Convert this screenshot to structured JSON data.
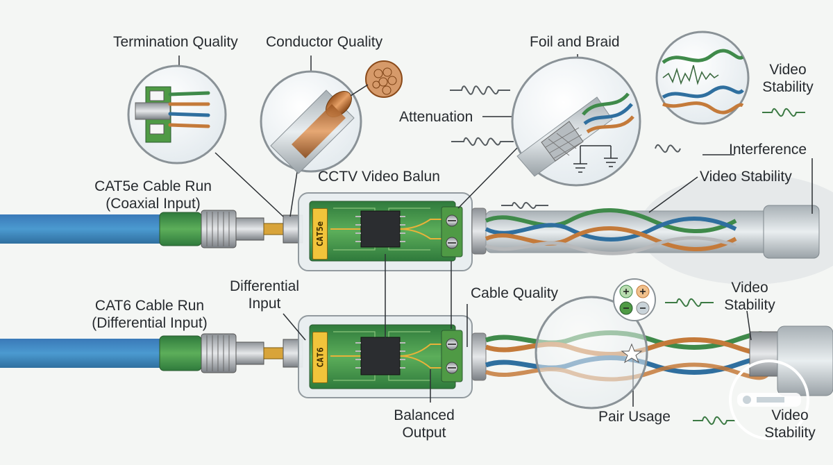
{
  "labels": {
    "termination_quality": "Termination Quality",
    "conductor_quality": "Conductor Quality",
    "foil_and_braid": "Foil and Braid",
    "video_stability_top_1": "Video",
    "video_stability_top_2": "Stability",
    "attenuation": "Attenuation",
    "interference": "Interference",
    "cctv_video_balun": "CCTV Video Balun",
    "video_stability_mid": "Video Stability",
    "cat5e_run_1": "CAT5e Cable Run",
    "cat5e_run_2": "(Coaxial Input)",
    "differential_input_1": "Differential",
    "differential_input_2": "Input",
    "cat6_run_1": "CAT6 Cable Run",
    "cat6_run_2": "(Differential Input)",
    "cable_quality": "Cable Quality",
    "video_stability_right_1": "Video",
    "video_stability_right_2": "Stability",
    "balanced_output_1": "Balanced",
    "balanced_output_2": "Output",
    "pair_usage": "Pair Usage",
    "video_stability_bottom_1": "Video",
    "video_stability_bottom_2": "Stability"
  },
  "chips": {
    "top": "CAT5e",
    "bottom": "CAT6"
  },
  "colors": {
    "cable_green": "#3f8a4a",
    "cable_blue": "#2f6f9f",
    "copper": "#c47a3a",
    "pcb_green": "#4f9a45",
    "chip_yellow": "#f1c43b",
    "label_text": "#262a2e"
  },
  "icons": [
    "plus-minus-polarity-icon",
    "ground-symbol-icon",
    "signal-wave-icon"
  ]
}
